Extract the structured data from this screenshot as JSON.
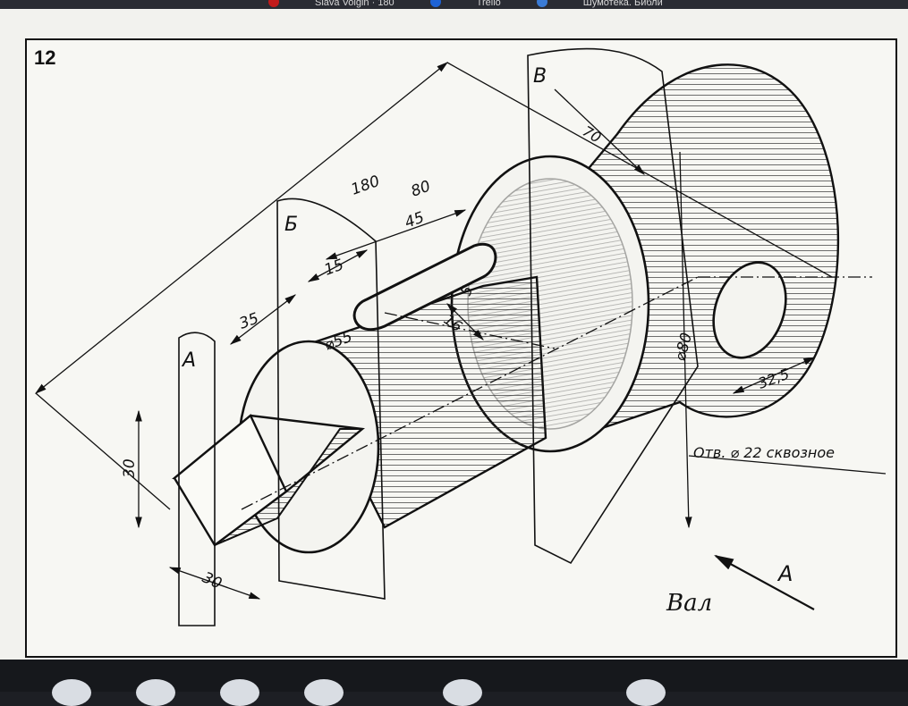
{
  "browser_tabs": [
    {
      "label": "Slava Volgin · 180"
    },
    {
      "label": "Trello"
    },
    {
      "label": "Шумотека. Библи"
    }
  ],
  "figure_number": "12",
  "caption": "Вал",
  "section_labels": {
    "a": "А",
    "b": "Б",
    "v": "В"
  },
  "view_arrow_label": "А",
  "dimensions": {
    "total_length": "180",
    "flange_length": "80",
    "slot_position": "45",
    "slot_offset": "15",
    "slot_depth": "5",
    "slot_width": "16",
    "square_shoulder": "35",
    "diameter_small": "⌀55",
    "diameter_large": "⌀80",
    "hole_offset": "32,5",
    "square_height": "30",
    "square_width": "30",
    "flange_top": "70"
  },
  "hole_note": "Отв. ⌀ 22 сквозное",
  "colors": {
    "ink": "#111111",
    "paper": "#f7f7f3",
    "hatch": "#333333"
  }
}
